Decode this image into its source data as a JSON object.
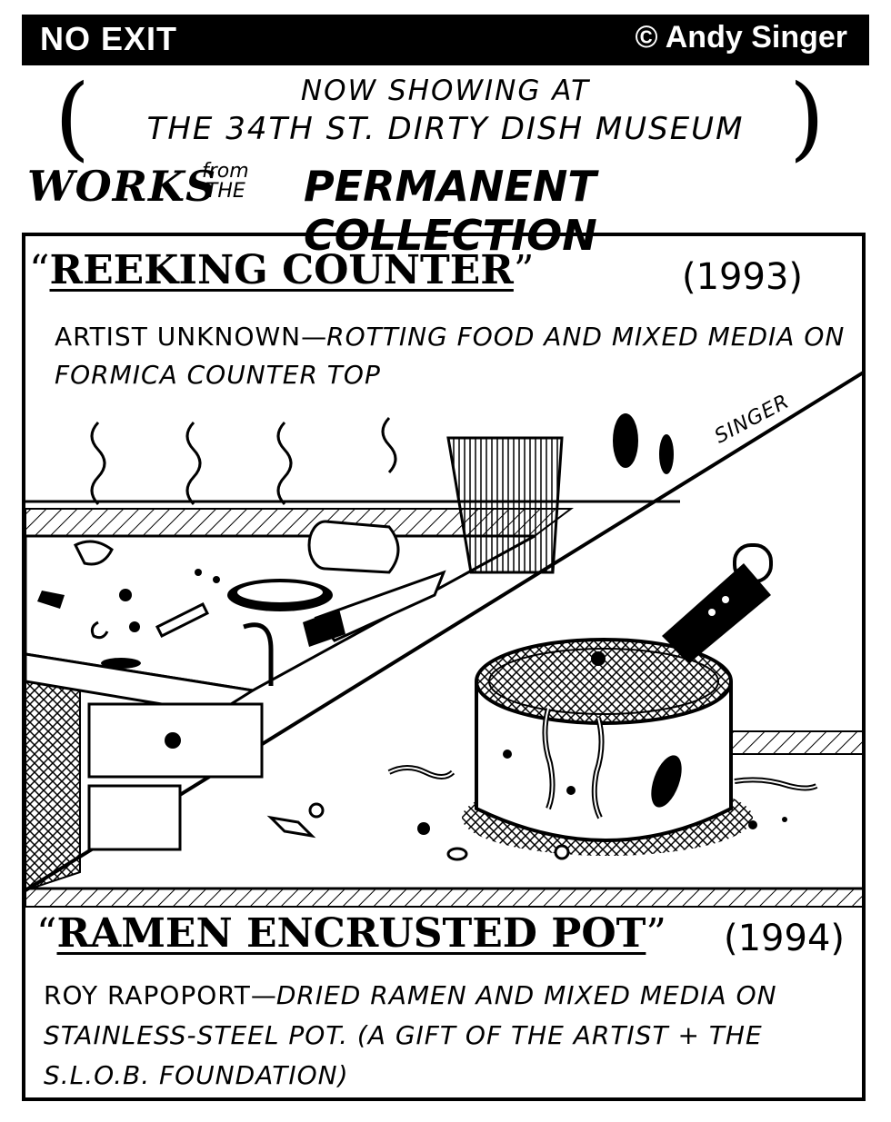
{
  "header": {
    "title": "NO EXIT",
    "copyright": "© Andy Singer"
  },
  "intro": {
    "line1": "NOW SHOWING AT",
    "line2": "THE 34TH ST. DIRTY DISH MUSEUM",
    "open_paren": "(",
    "close_paren": ")"
  },
  "collection": {
    "works": "WORKS",
    "from": "from",
    "the": "THE",
    "permanent": "PERMANENT COLLECTION"
  },
  "exhibit1": {
    "open_quote": "“",
    "title": "REEKING COUNTER",
    "close_quote": "”",
    "year": "(1993)",
    "artist": "ARTIST UNKNOWN",
    "dash": "—",
    "medium": "ROTTING FOOD AND MIXED MEDIA ON FORMICA COUNTER TOP"
  },
  "signature": "SINGER",
  "exhibit2": {
    "open_quote": "“",
    "title": "RAMEN ENCRUSTED POT",
    "close_quote": "”",
    "year": "(1994)",
    "artist": "ROY RAPOPORT",
    "dash": "—",
    "medium": "DRIED RAMEN AND MIXED MEDIA ON STAINLESS-STEEL POT. (A GIFT OF THE ARTIST + THE S.L.O.B. FOUNDATION)"
  },
  "colors": {
    "ink": "#000000",
    "paper": "#ffffff"
  }
}
